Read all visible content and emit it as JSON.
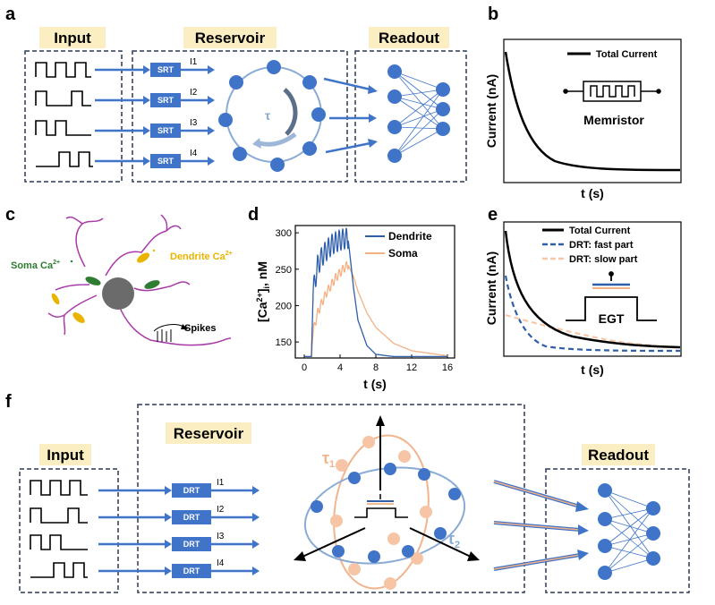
{
  "panel_labels": [
    "a",
    "b",
    "c",
    "d",
    "e",
    "f"
  ],
  "panel_a": {
    "input_header": "Input",
    "reservoir_header": "Reservoir",
    "readout_header": "Readout",
    "srt_boxes": [
      "SRT",
      "SRT",
      "SRT",
      "SRT"
    ],
    "currents": [
      "I1",
      "I2",
      "I3",
      "I4"
    ],
    "tau": "τ",
    "colors": {
      "node": "#3f74c9",
      "edge": "#8aabd6",
      "header_bg": "#fbeec2",
      "dash": "#2b3a57"
    }
  },
  "panel_b": {
    "legend": "Total Current",
    "device_label": "Memristor",
    "xlabel": "t (s)",
    "ylabel": "Current (nA)"
  },
  "panel_c": {
    "soma_label": "Soma Ca",
    "soma_sup": "2+",
    "dendrite_label": "Dendrite Ca",
    "dendrite_sup": "2+",
    "spikes_label": "Spikes",
    "colors": {
      "neuron": "#a83aa8",
      "soma": "#6b6b6b",
      "soma_ca": "#2e7d32",
      "dendrite_ca": "#e8b400"
    }
  },
  "panel_d": {
    "ylabel_main": "[Ca",
    "ylabel_sup": "2+",
    "ylabel_tail": "]",
    "ylabel_sub": "i",
    "ylabel_unit": ", nM",
    "xlabel": "t (s)",
    "legend": [
      "Dendrite",
      "Soma"
    ]
  },
  "panel_e": {
    "legend": [
      "Total Current",
      "DRT: fast part",
      "DRT: slow part"
    ],
    "device_label": "EGT",
    "xlabel": "t (s)",
    "ylabel": "Current (nA)"
  },
  "panel_f": {
    "input_header": "Input",
    "reservoir_header": "Reservoir",
    "readout_header": "Readout",
    "drt_boxes": [
      "DRT",
      "DRT",
      "DRT",
      "DRT"
    ],
    "currents": [
      "I1",
      "I2",
      "I3",
      "I4"
    ],
    "tau1": "τ",
    "tau1_sub": "1",
    "tau2": "τ",
    "tau2_sub": "2",
    "colors": {
      "node_blue": "#3f74c9",
      "node_peach": "#f7c5a5",
      "ring_blue": "#8aabd6",
      "ring_peach": "#f2b48c"
    }
  },
  "chart_data": [
    {
      "type": "line",
      "title": "",
      "xlabel": "t (s)",
      "ylabel": "Current (nA)",
      "series": [
        {
          "name": "Total Current",
          "shape": "single exponential decay"
        }
      ],
      "ticks": "none"
    },
    {
      "type": "line",
      "title": "",
      "xlabel": "t (s)",
      "ylabel": "[Ca2+]i, nM",
      "x_ticks": [
        0,
        4,
        8,
        12,
        16
      ],
      "y_ticks": [
        150,
        200,
        250,
        300
      ],
      "xlim": [
        -1,
        16.8
      ],
      "ylim": [
        128,
        310
      ],
      "x": [
        0,
        0.8,
        1.0,
        1.5,
        2.0,
        2.5,
        3.0,
        3.5,
        4.0,
        4.5,
        4.9,
        5.5,
        6.0,
        7.0,
        8.0,
        10.0,
        12.0,
        16.0
      ],
      "series": [
        {
          "name": "Dendrite",
          "values": [
            130,
            130,
            220,
            255,
            268,
            276,
            283,
            287,
            290,
            292,
            292,
            225,
            180,
            145,
            133,
            130,
            130,
            130
          ]
        },
        {
          "name": "Soma",
          "values": [
            130,
            130,
            165,
            190,
            205,
            218,
            228,
            238,
            245,
            252,
            256,
            240,
            220,
            190,
            170,
            148,
            138,
            131
          ]
        }
      ]
    },
    {
      "type": "line",
      "title": "",
      "xlabel": "t (s)",
      "ylabel": "Current (nA)",
      "series": [
        {
          "name": "Total Current",
          "shape": "sum of fast and slow decays"
        },
        {
          "name": "DRT: fast part",
          "shape": "fast exponential decay"
        },
        {
          "name": "DRT: slow part",
          "shape": "slow exponential decay"
        }
      ],
      "ticks": "none"
    }
  ]
}
